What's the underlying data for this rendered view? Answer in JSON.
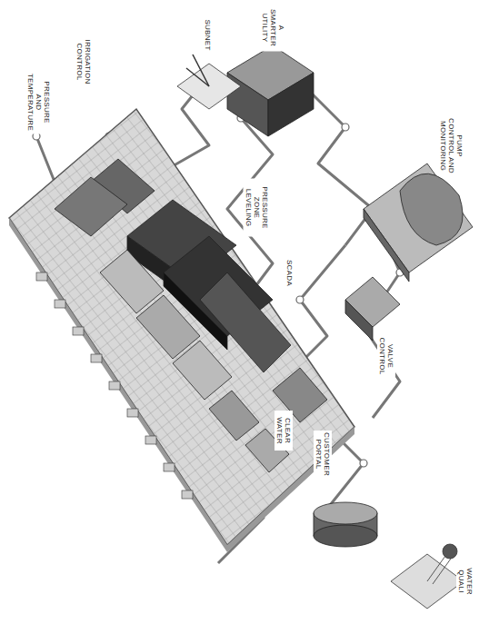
{
  "diagram": {
    "labels": [
      "A SMARTER UTILITY",
      "SUBNET",
      "IRRIGATION CONTROL",
      "PRESSURE AND TEMPERATURE",
      "PRESSURE ZONE LEVELING",
      "SCADA",
      "PUMP CONTROL AND MONITORING",
      "VALVE CONTROL",
      "CLEAR WATER",
      "CUSTOMER PORTAL",
      "WATER QUALI"
    ]
  }
}
